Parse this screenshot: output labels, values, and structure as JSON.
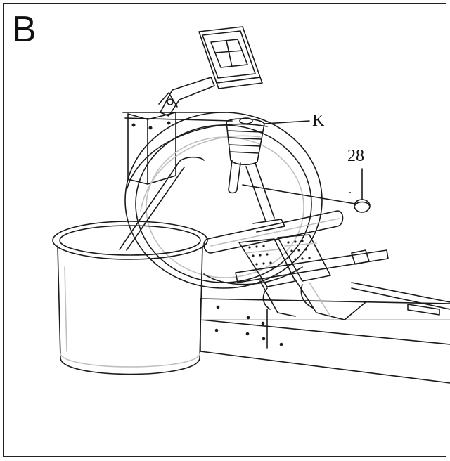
{
  "figure": {
    "step_label": "B",
    "callouts": {
      "part_k": "K",
      "part_28": "28"
    }
  },
  "colors": {
    "line": "#1a1a1a",
    "frame": "#222222",
    "background": "#ffffff",
    "shade": "#bfbfbf"
  }
}
